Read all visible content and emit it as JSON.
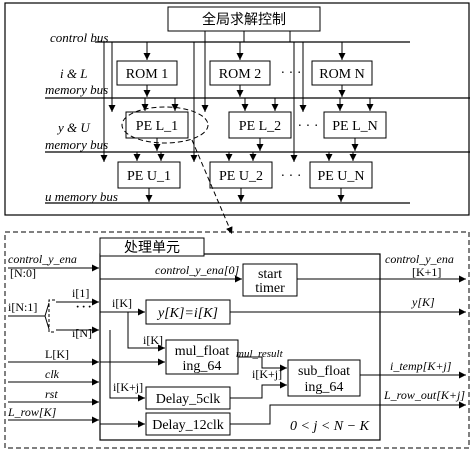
{
  "top": {
    "controller_label": "全局求解控制",
    "bus_labels": [
      "control bus",
      "i & L",
      "memory bus",
      "y & U",
      "memory bus",
      "u memory bus"
    ],
    "rom_labels": [
      "ROM 1",
      "ROM 2",
      "ROM N"
    ],
    "pel_labels": [
      "PE L_1",
      "PE L_2",
      "PE L_N"
    ],
    "peu_labels": [
      "PE U_1",
      "PE U_2",
      "PE U_N"
    ],
    "ellipsis": "· · ·"
  },
  "detail": {
    "unit_title": "处理单元",
    "inputs": {
      "control_y_ena": "control_y_ena",
      "control_y_ena_range": "[N:0]",
      "i_range": "i[N:1]",
      "L_k": "L[K]",
      "clk": "clk",
      "rst": "rst",
      "L_row": "L_row[K]"
    },
    "mux_labels": [
      "i[1]",
      "i[N]"
    ],
    "mux_dots": "·",
    "internal_labels": {
      "control_y_ena_0": "control_y_ena[0]",
      "iK_1": "i[K]",
      "iK_2": "i[K]",
      "ik_j_1": "i[K+j]",
      "ik_j_2": "i[K+j]",
      "mul_result": "mul_result"
    },
    "blocks": {
      "start_timer_1": "start",
      "start_timer_2": "timer",
      "yk": "y[K]=i[K]",
      "mul_1": "mul_float",
      "mul_2": "ing_64",
      "sub_1": "sub_float",
      "sub_2": "ing_64",
      "delay5": "Delay_5clk",
      "delay12": "Delay_12clk"
    },
    "outputs": {
      "control_y_ena": "control_y_ena",
      "control_y_ena_range": "[K+1]",
      "yK": "y[K]",
      "i_temp": "i_temp[K+j]",
      "L_row_out": "L_row_out[K+j]"
    },
    "condition": "0 < j < N − K"
  }
}
